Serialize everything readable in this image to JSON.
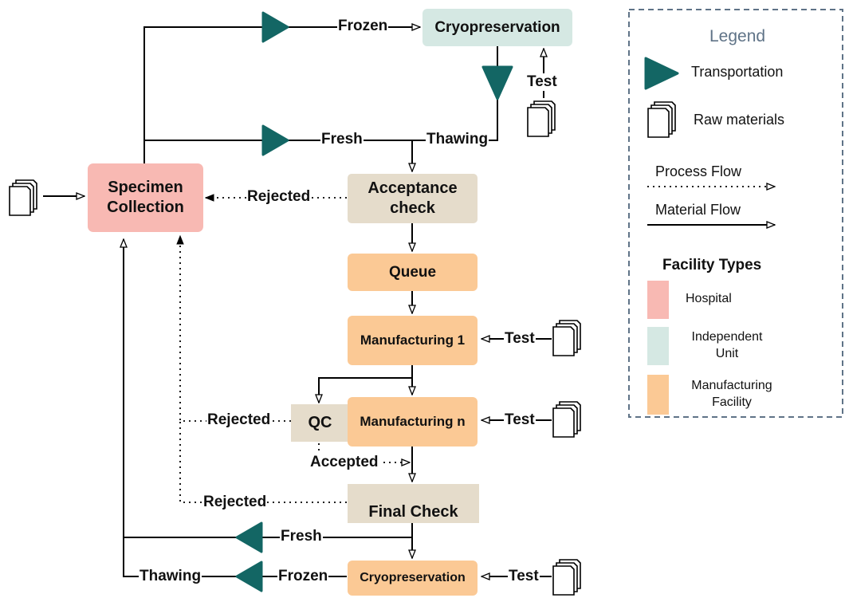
{
  "nodes": {
    "cryo_top": "Cryopreservation",
    "specimen": "Specimen Collection",
    "acceptance": "Acceptance check",
    "queue": "Queue",
    "mfg1": "Manufacturing 1",
    "mfgn": "Manufacturing n",
    "qc": "QC",
    "final": "Final Check",
    "cryo_bottom": "Cryopreservation"
  },
  "edge_labels": {
    "frozen_top": "Frozen",
    "fresh_top": "Fresh",
    "thawing_top": "Thawing",
    "test_top": "Test",
    "rejected_accept": "Rejected",
    "test_mfg1": "Test",
    "test_mfgn": "Test",
    "rejected_qc": "Rejected",
    "accepted_qc": "Accepted",
    "rejected_final": "Rejected",
    "fresh_bottom": "Fresh",
    "frozen_bottom": "Frozen",
    "thawing_bottom": "Thawing",
    "test_bottom": "Test"
  },
  "legend": {
    "title": "Legend",
    "transportation": "Transportation",
    "raw_materials": "Raw materials",
    "process_flow": "Process Flow",
    "material_flow": "Material Flow",
    "facility_types_title": "Facility Types",
    "hospital": "Hospital",
    "independent_unit": "Independent Unit",
    "manufacturing_facility": "Manufacturing Facility"
  },
  "colors": {
    "hospital": "#f8b9b3",
    "independent_unit": "#d5e8e3",
    "manufacturing": "#fbc995",
    "check": "#e5dccb",
    "transport": "#136664",
    "legend_border": "#5f7387",
    "legend_title": "#5f7387"
  }
}
